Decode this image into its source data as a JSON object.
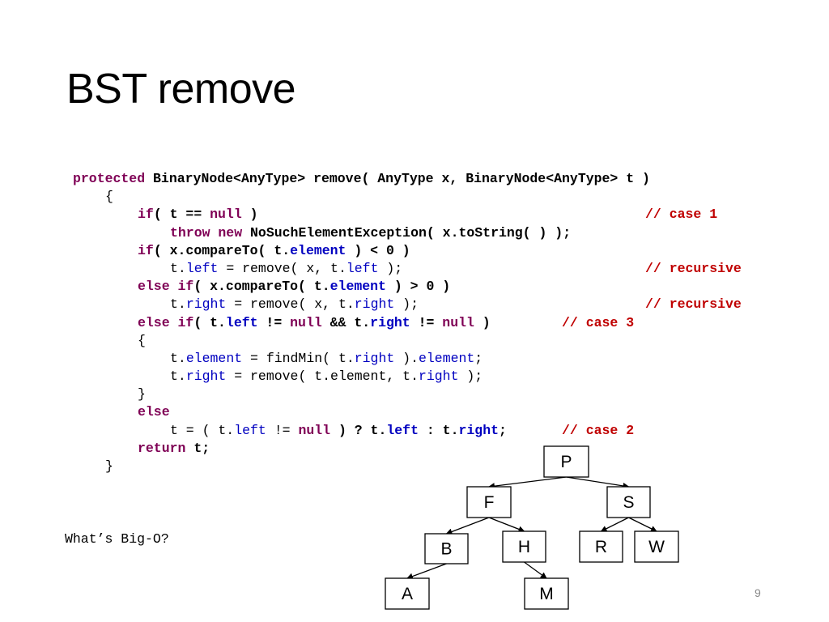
{
  "slide": {
    "title": "BST remove",
    "page_number": "9",
    "question": "What’s Big-O?"
  },
  "code": {
    "lines": [
      {
        "indent": 0,
        "tokens": [
          {
            "t": "protected ",
            "c": "kw"
          },
          {
            "t": "BinaryNode<AnyType> remove( AnyType x, BinaryNode<AnyType> t )",
            "c": "bold"
          }
        ]
      },
      {
        "indent": 4,
        "tokens": [
          {
            "t": "{",
            "c": "plain"
          }
        ]
      },
      {
        "indent": 8,
        "tokens": [
          {
            "t": "if",
            "c": "kw"
          },
          {
            "t": "( t == ",
            "c": "bold"
          },
          {
            "t": "null",
            "c": "kw"
          },
          {
            "t": " )",
            "c": "bold"
          }
        ],
        "comment": "// case 1",
        "comment_col": "far"
      },
      {
        "indent": 12,
        "tokens": [
          {
            "t": "throw new ",
            "c": "kw"
          },
          {
            "t": "NoSuchElementException( x.toString( ) );",
            "c": "bold"
          }
        ]
      },
      {
        "indent": 8,
        "tokens": [
          {
            "t": "if",
            "c": "kw"
          },
          {
            "t": "( x.compareTo( t.",
            "c": "bold"
          },
          {
            "t": "element",
            "c": "fieldb"
          },
          {
            "t": " ) < 0 )",
            "c": "bold"
          }
        ]
      },
      {
        "indent": 12,
        "tokens": [
          {
            "t": "t.",
            "c": "plain"
          },
          {
            "t": "left",
            "c": "field"
          },
          {
            "t": " = remove( x, t.",
            "c": "plain"
          },
          {
            "t": "left",
            "c": "field"
          },
          {
            "t": " );",
            "c": "plain"
          }
        ],
        "comment": "// recursive",
        "comment_col": "far"
      },
      {
        "indent": 8,
        "tokens": [
          {
            "t": "else if",
            "c": "kw"
          },
          {
            "t": "( x.compareTo( t.",
            "c": "bold"
          },
          {
            "t": "element",
            "c": "fieldb"
          },
          {
            "t": " ) > 0 )",
            "c": "bold"
          }
        ]
      },
      {
        "indent": 12,
        "tokens": [
          {
            "t": "t.",
            "c": "plain"
          },
          {
            "t": "right",
            "c": "field"
          },
          {
            "t": " = remove( x, t.",
            "c": "plain"
          },
          {
            "t": "right",
            "c": "field"
          },
          {
            "t": " );",
            "c": "plain"
          }
        ],
        "comment": "// recursive",
        "comment_col": "far"
      },
      {
        "indent": 8,
        "tokens": [
          {
            "t": "else if",
            "c": "kw"
          },
          {
            "t": "( t.",
            "c": "bold"
          },
          {
            "t": "left",
            "c": "fieldb"
          },
          {
            "t": " != ",
            "c": "bold"
          },
          {
            "t": "null",
            "c": "kw"
          },
          {
            "t": " && t.",
            "c": "bold"
          },
          {
            "t": "right",
            "c": "fieldb"
          },
          {
            "t": " != ",
            "c": "bold"
          },
          {
            "t": "null",
            "c": "kw"
          },
          {
            "t": " )",
            "c": "bold"
          }
        ],
        "comment": "// case 3",
        "comment_col": "mid"
      },
      {
        "indent": 8,
        "tokens": [
          {
            "t": "{",
            "c": "plain"
          }
        ]
      },
      {
        "indent": 12,
        "tokens": [
          {
            "t": "t.",
            "c": "plain"
          },
          {
            "t": "element",
            "c": "field"
          },
          {
            "t": " = findMin( t.",
            "c": "plain"
          },
          {
            "t": "right",
            "c": "field"
          },
          {
            "t": " ).",
            "c": "plain"
          },
          {
            "t": "element",
            "c": "field"
          },
          {
            "t": ";",
            "c": "plain"
          }
        ]
      },
      {
        "indent": 12,
        "tokens": [
          {
            "t": "t.",
            "c": "plain"
          },
          {
            "t": "right",
            "c": "field"
          },
          {
            "t": " = remove( t.element, t.",
            "c": "plain"
          },
          {
            "t": "right",
            "c": "field"
          },
          {
            "t": " );",
            "c": "plain"
          }
        ]
      },
      {
        "indent": 8,
        "tokens": [
          {
            "t": "}",
            "c": "plain"
          }
        ]
      },
      {
        "indent": 8,
        "tokens": [
          {
            "t": "else",
            "c": "kw"
          }
        ]
      },
      {
        "indent": 12,
        "tokens": [
          {
            "t": "t = ( t.",
            "c": "plain"
          },
          {
            "t": "left",
            "c": "field"
          },
          {
            "t": " != ",
            "c": "plain"
          },
          {
            "t": "null",
            "c": "kw"
          },
          {
            "t": " ) ? t.",
            "c": "bold"
          },
          {
            "t": "left",
            "c": "fieldb"
          },
          {
            "t": " : t.",
            "c": "bold"
          },
          {
            "t": "right",
            "c": "fieldb"
          },
          {
            "t": ";",
            "c": "bold"
          }
        ],
        "comment": "// case 2",
        "comment_col": "mid"
      },
      {
        "indent": 8,
        "tokens": [
          {
            "t": "return ",
            "c": "kw"
          },
          {
            "t": "t;",
            "c": "bold"
          }
        ]
      },
      {
        "indent": 4,
        "tokens": [
          {
            "t": "}",
            "c": "plain"
          }
        ]
      }
    ]
  },
  "tree": {
    "nodes": [
      {
        "id": "P",
        "label": "P",
        "parent": null
      },
      {
        "id": "F",
        "label": "F",
        "parent": "P"
      },
      {
        "id": "S",
        "label": "S",
        "parent": "P"
      },
      {
        "id": "B",
        "label": "B",
        "parent": "F"
      },
      {
        "id": "H",
        "label": "H",
        "parent": "F"
      },
      {
        "id": "R",
        "label": "R",
        "parent": "S"
      },
      {
        "id": "W",
        "label": "W",
        "parent": "S"
      },
      {
        "id": "A",
        "label": "A",
        "parent": "B"
      },
      {
        "id": "M",
        "label": "M",
        "parent": "H"
      }
    ]
  },
  "colors": {
    "keyword": "#7f0055",
    "field": "#0000c0",
    "comment": "#c00000",
    "text": "#000000",
    "page_number": "#888888"
  }
}
